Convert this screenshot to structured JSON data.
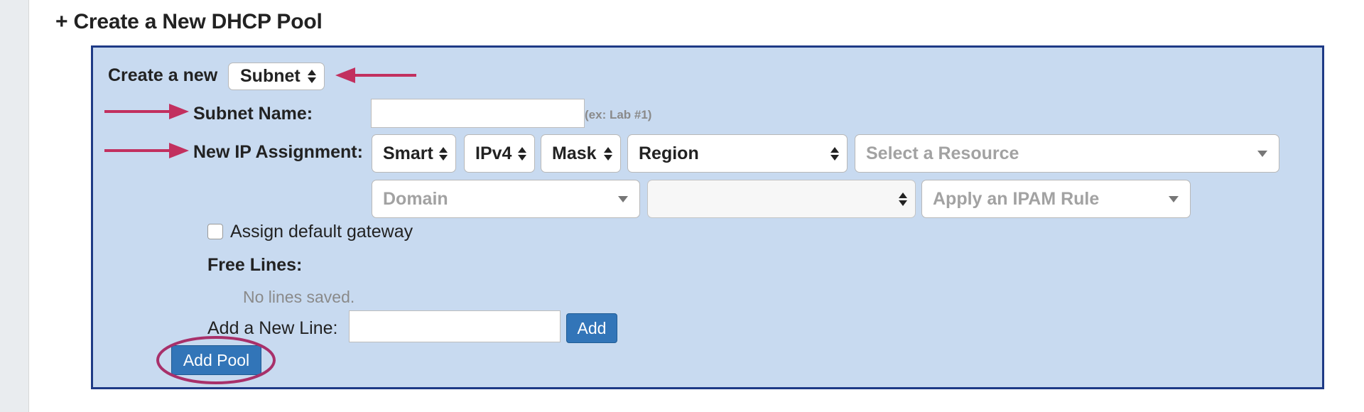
{
  "section": {
    "title": "+ Create a New DHCP Pool"
  },
  "form": {
    "create_label": "Create a new",
    "create_type": "Subnet",
    "subnet_name_label": "Subnet Name:",
    "subnet_name_value": "",
    "subnet_name_hint": "(ex: Lab #1)",
    "ip_assignment_label": "New IP Assignment:",
    "ip_method": "Smart",
    "ip_version": "IPv4",
    "ip_mask": "Mask",
    "region": "Region",
    "resource_placeholder": "Select a Resource",
    "domain_placeholder": "Domain",
    "blank_select": "",
    "ipam_rule_placeholder": "Apply an IPAM Rule",
    "default_gateway_label": "Assign default gateway",
    "default_gateway_checked": false,
    "free_lines_label": "Free Lines:",
    "no_lines_text": "No lines saved.",
    "add_line_label": "Add a New Line:",
    "add_line_value": "",
    "add_button": "Add",
    "add_pool_button": "Add Pool"
  },
  "annotations": {
    "arrow_color": "#c2305f",
    "circle_color": "#a8306a"
  },
  "colors": {
    "form_background": "#c8daf0",
    "form_border": "#1e3a86",
    "primary_button": "#3275b8"
  }
}
